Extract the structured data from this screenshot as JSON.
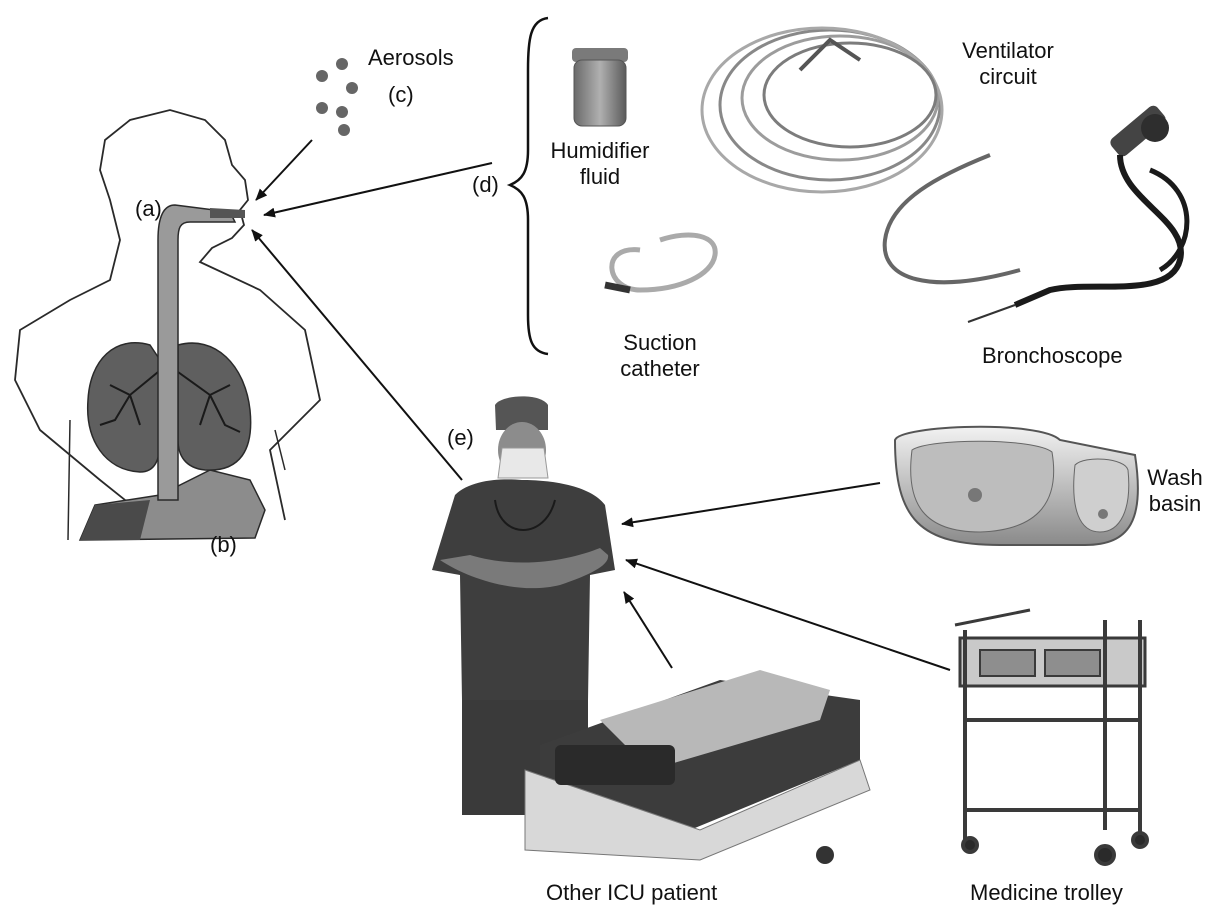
{
  "labels": {
    "a": "(a)",
    "b": "(b)",
    "c": "(c)",
    "d": "(d)",
    "e": "(e)",
    "aerosols": "Aerosols",
    "humidifier_line1": "Humidifier",
    "humidifier_line2": "fluid",
    "ventilator_line1": "Ventilator",
    "ventilator_line2": "circuit",
    "suction_line1": "Suction",
    "suction_line2": "catheter",
    "bronchoscope": "Bronchoscope",
    "wash_line1": "Wash",
    "wash_line2": "basin",
    "other_patient": "Other ICU patient",
    "medicine_trolley": "Medicine trolley"
  },
  "colors": {
    "outline": "#2a2a2a",
    "lung": "#5f5f5f",
    "airway": "#9a9a9a",
    "stomach": "#8c8c8c",
    "photo_dark": "#3a3a3a",
    "photo_mid": "#9b9b9b",
    "photo_light": "#d6d6d6"
  }
}
